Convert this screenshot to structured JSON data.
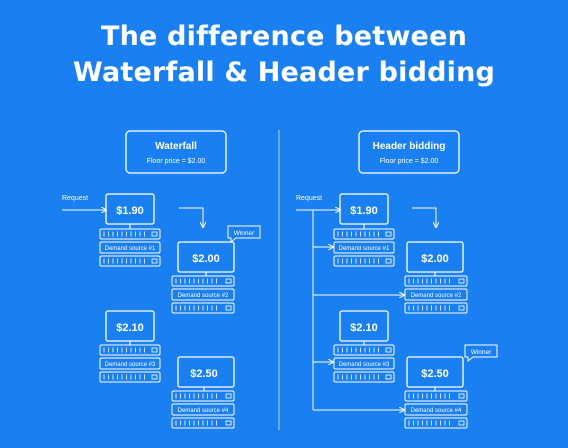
{
  "title": {
    "line1": "The difference between",
    "line2": "Waterfall & Header bidding"
  },
  "waterfall": {
    "heading": "Waterfall",
    "floor": "Floor price = $2.00",
    "request": "Request",
    "winner": "Winner",
    "bids": [
      {
        "price": "$1.90",
        "source": "Demand source #1"
      },
      {
        "price": "$2.00",
        "source": "Demand source #2"
      },
      {
        "price": "$2.10",
        "source": "Demand source #3"
      },
      {
        "price": "$2.50",
        "source": "Demand source #4"
      }
    ]
  },
  "header_bidding": {
    "heading": "Header bidding",
    "floor": "Floor price = $2.00",
    "request": "Request",
    "winner": "Winner",
    "bids": [
      {
        "price": "$1.90",
        "source": "Demand source #1"
      },
      {
        "price": "$2.00",
        "source": "Demand source #2"
      },
      {
        "price": "$2.10",
        "source": "Demand source #3"
      },
      {
        "price": "$2.50",
        "source": "Demand source #4"
      }
    ]
  },
  "colors": {
    "background": "#1a7ff0",
    "stroke": "#ffffff"
  }
}
